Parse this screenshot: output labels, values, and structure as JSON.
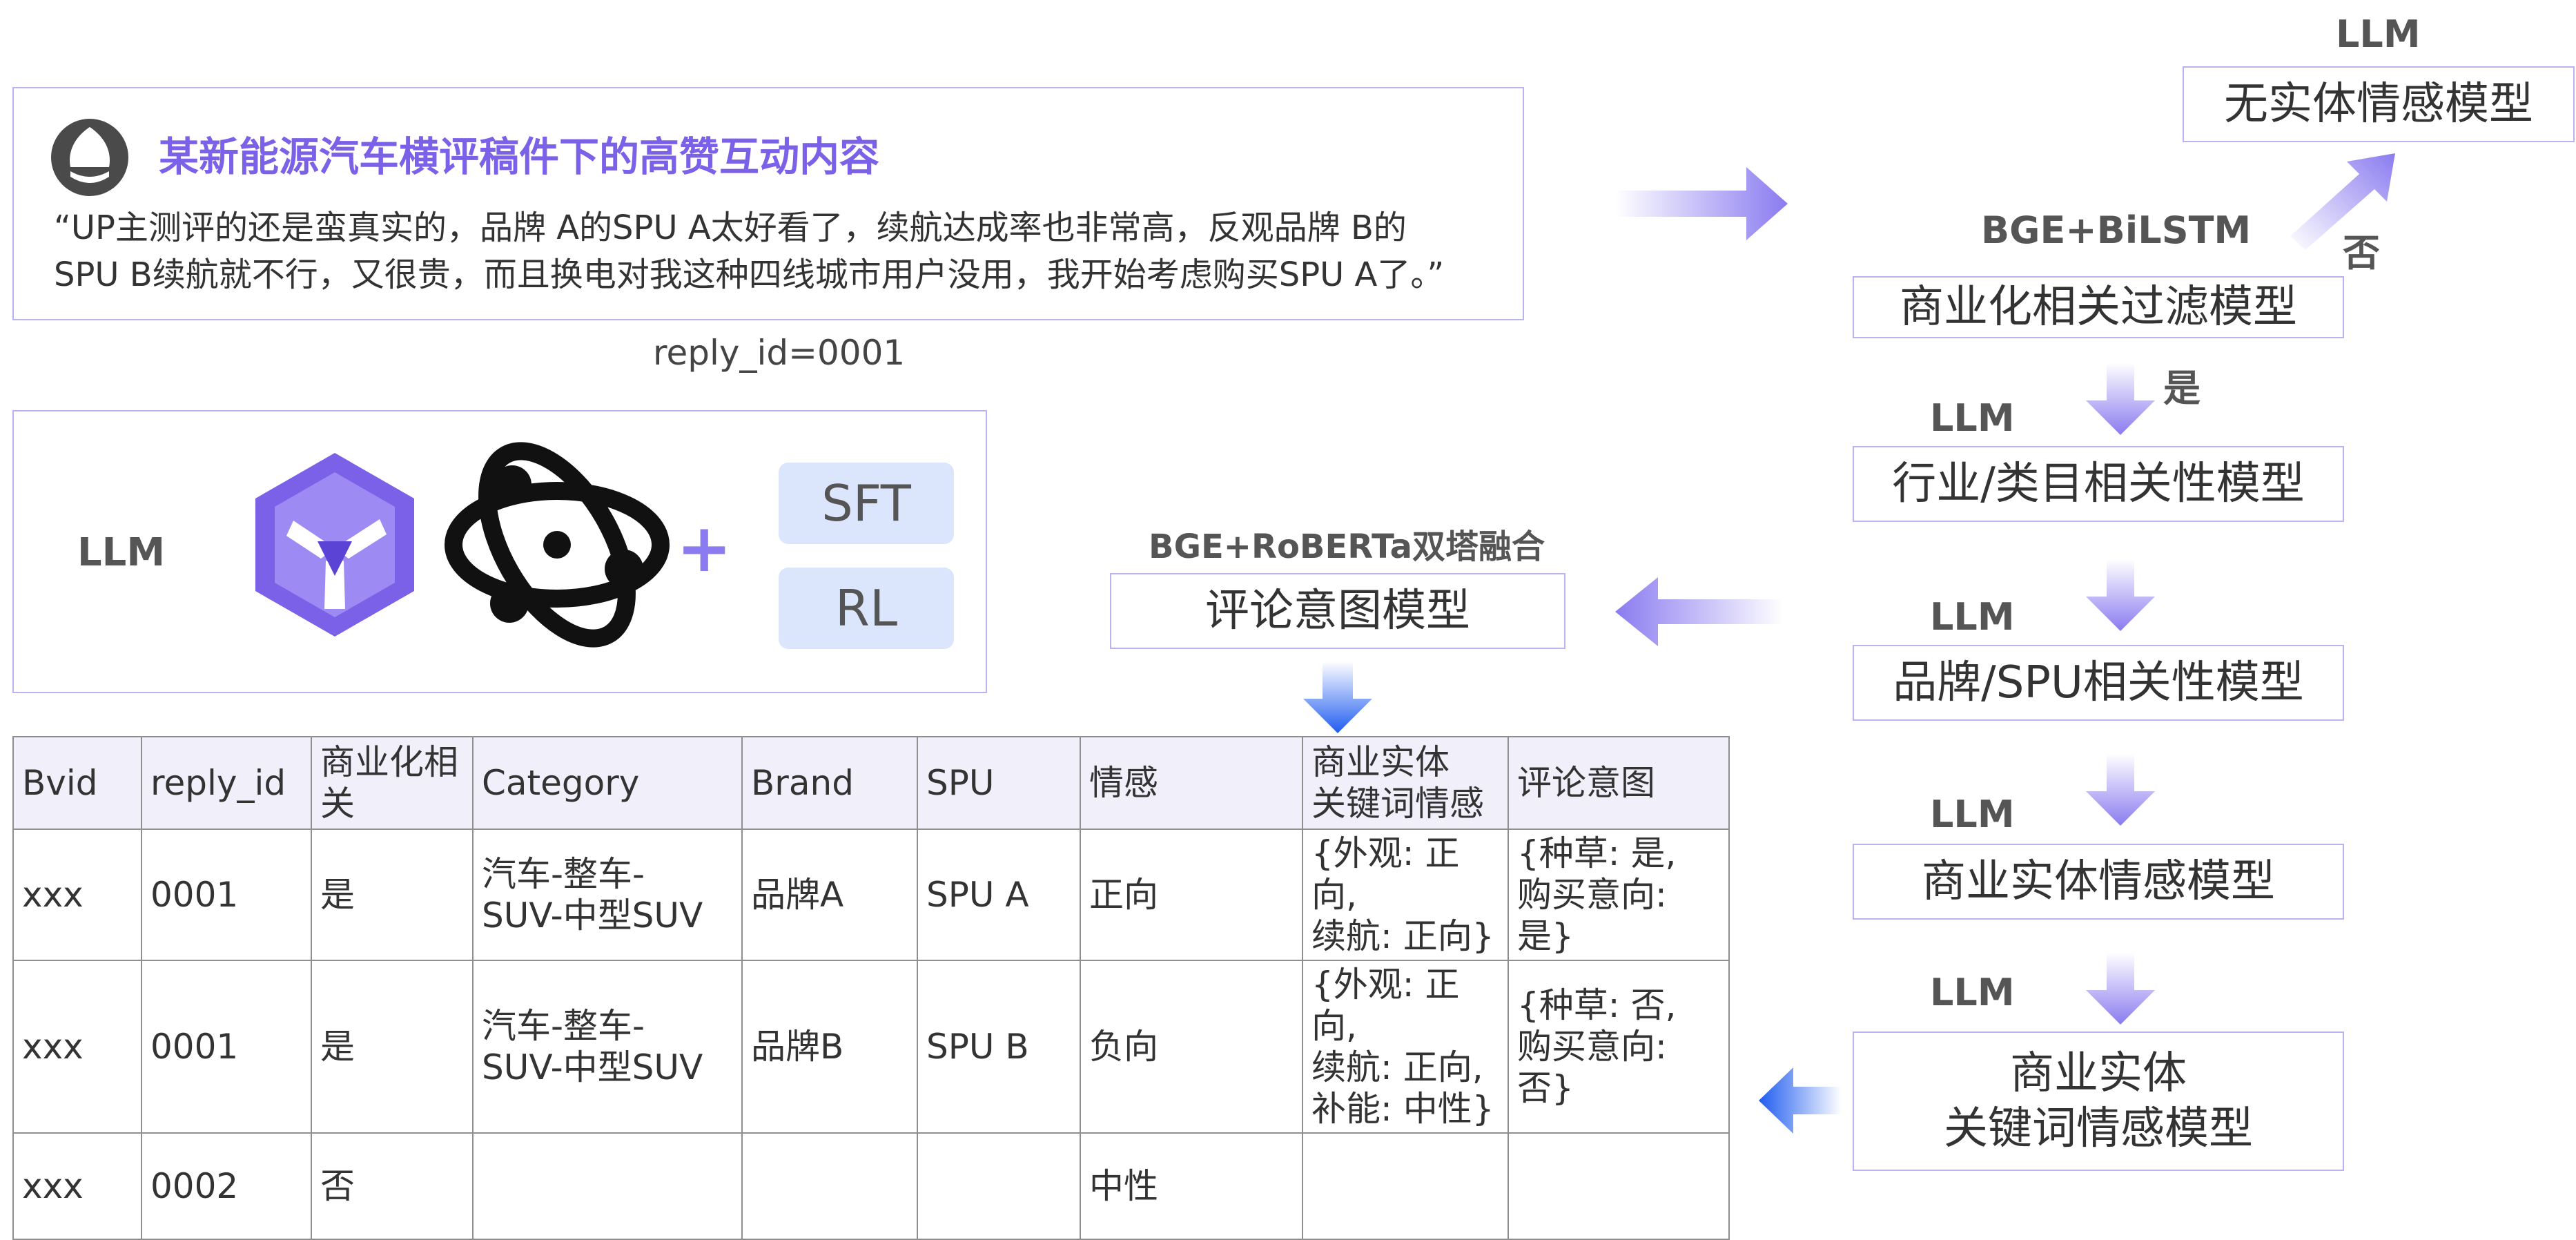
{
  "comment_card": {
    "title": "某新能源汽车横评稿件下的高赞互动内容",
    "line1": "“UP主测评的还是蛮真实的，品牌 A的SPU A太好看了，续航达成率也非常高，反观品牌 B的",
    "line2": "SPU B续航就不行，又很贵，而且换电对我这种四线城市用户没用，我开始考虑购买SPU A了。”",
    "reply_id": "reply_id=0001"
  },
  "llm_card": {
    "label": "LLM",
    "plus": "+",
    "sft": "SFT",
    "rl": "RL"
  },
  "pipeline": {
    "no_entity_tag": "LLM",
    "no_entity_model": "无实体情感模型",
    "filter_tag": "BGE+BiLSTM",
    "no_label": "否",
    "filter_model": "商业化相关过滤模型",
    "yes_label": "是",
    "industry_tag": "LLM",
    "industry_model": "行业/类目相关性模型",
    "brand_tag": "LLM",
    "brand_model": "品牌/SPU相关性模型",
    "entity_tag": "LLM",
    "entity_model": "商业实体情感模型",
    "keyword_tag": "LLM",
    "keyword_model": "商业实体\n关键词情感模型",
    "intent_tag": "BGE+RoBERTa双塔融合",
    "intent_model": "评论意图模型"
  },
  "colors": {
    "accent_purple": "#7b61e8",
    "arrow_purple": "#8a7bf0",
    "arrow_blue": "#1f5cf0",
    "border": "#b9b3ef",
    "pill": "#dbe6fc",
    "header_bg": "#f1effa"
  },
  "icons": [
    "user-avatar-icon",
    "qwen-logo-icon",
    "atom-logo-icon"
  ],
  "table": {
    "headers": [
      "Bvid",
      "reply_id",
      "商业化相\n关",
      "Category",
      "Brand",
      "SPU",
      "情感",
      "商业实体\n关键词情感",
      "评论意图"
    ],
    "rows": [
      [
        "xxx",
        "0001",
        "是",
        "汽车-整车-\nSUV-中型SUV",
        "品牌A",
        "SPU A",
        "正向",
        "{外观: 正向,\n续航: 正向}",
        "{种草: 是,\n购买意向: 是}"
      ],
      [
        "xxx",
        "0001",
        "是",
        "汽车-整车-\nSUV-中型SUV",
        "品牌B",
        "SPU B",
        "负向",
        "{外观: 正向,\n续航: 正向,\n补能: 中性}",
        "{种草: 否,\n购买意向: 否}"
      ],
      [
        "xxx",
        "0002",
        "否",
        "",
        "",
        "",
        "中性",
        "",
        ""
      ]
    ]
  }
}
